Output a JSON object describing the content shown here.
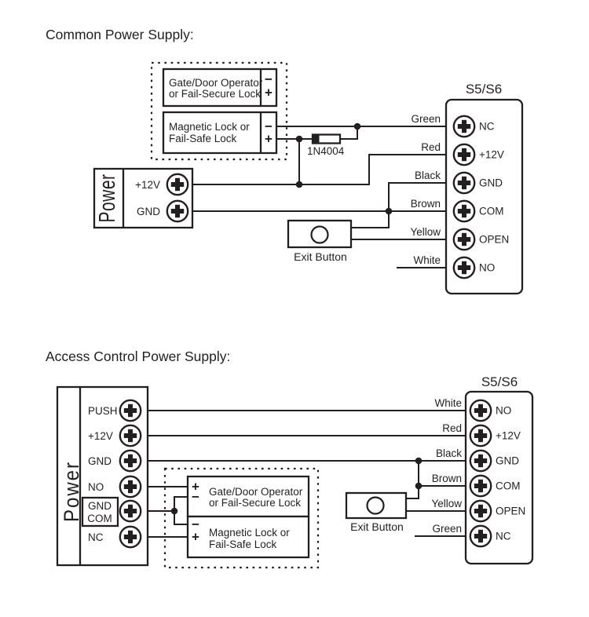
{
  "colors": {
    "ink": "#231f20",
    "background": "#ffffff"
  },
  "signs": {
    "plus": "+",
    "minus": "−"
  },
  "common": {
    "title": "Common Power Supply:",
    "gate_lock": {
      "line1": "Gate/Door Operator",
      "line2": "or Fail-Secure Lock"
    },
    "magnetic_lock": {
      "line1": "Magnetic Lock or",
      "line2": "Fail-Safe Lock"
    },
    "diode_label": "1N4004",
    "power": {
      "label": "Power",
      "terminal_12v": "+12V",
      "terminal_gnd": "GND"
    },
    "exit_button_label": "Exit Button",
    "controller": {
      "title": "S5/S6",
      "terminals": [
        {
          "wire": "Green",
          "name": "NC"
        },
        {
          "wire": "Red",
          "name": "+12V"
        },
        {
          "wire": "Black",
          "name": "GND"
        },
        {
          "wire": "Brown",
          "name": "COM"
        },
        {
          "wire": "Yellow",
          "name": "OPEN"
        },
        {
          "wire": "White",
          "name": "NO"
        }
      ]
    }
  },
  "access": {
    "title": "Access Control Power Supply:",
    "power": {
      "label": "Power",
      "terminals": [
        "PUSH",
        "+12V",
        "GND",
        "NO",
        "NC"
      ],
      "boxed_terminal": {
        "line1": "GND",
        "line2": "COM"
      }
    },
    "gate_lock": {
      "line1": "Gate/Door Operator",
      "line2": "or Fail-Secure Lock"
    },
    "magnetic_lock": {
      "line1": "Magnetic Lock or",
      "line2": "Fail-Safe Lock"
    },
    "exit_button_label": "Exit Button",
    "controller": {
      "title": "S5/S6",
      "terminals": [
        {
          "wire": "White",
          "name": "NO"
        },
        {
          "wire": "Red",
          "name": "+12V"
        },
        {
          "wire": "Black",
          "name": "GND"
        },
        {
          "wire": "Brown",
          "name": "COM"
        },
        {
          "wire": "Yellow",
          "name": "OPEN"
        },
        {
          "wire": "Green",
          "name": "NC"
        }
      ]
    }
  }
}
